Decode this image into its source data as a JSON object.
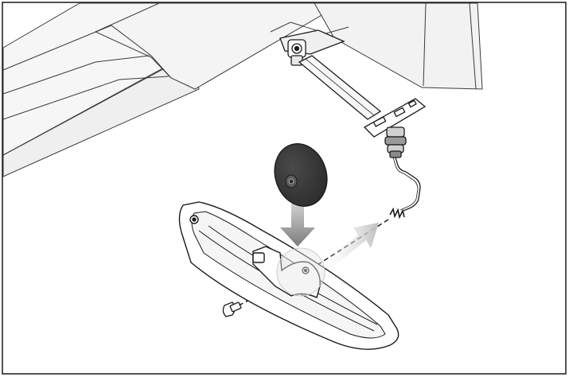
{
  "figure": {
    "kind": "exploded-assembly-illustration",
    "text_labels": []
  },
  "parts": [
    {
      "id": "deck-underside",
      "icon": "mower-deck-icon"
    },
    {
      "id": "height-adjust-link",
      "icon": "linkage-rod-icon"
    },
    {
      "id": "tension-spring",
      "icon": "spring-icon"
    },
    {
      "id": "wheel-disc",
      "icon": "disc-wheel-icon"
    },
    {
      "id": "skid-plate",
      "icon": "skid-shoe-icon"
    },
    {
      "id": "pivot-pin",
      "icon": "pin-icon"
    }
  ],
  "colors": {
    "line": "#1a1a1a",
    "deck_fill": "#f3f3f3",
    "wheel_fill": "#3a3a3a",
    "arrow_dark": "#8a8a8a",
    "arrow_light": "#d2d2d2",
    "frame": "#1a1a1a"
  }
}
